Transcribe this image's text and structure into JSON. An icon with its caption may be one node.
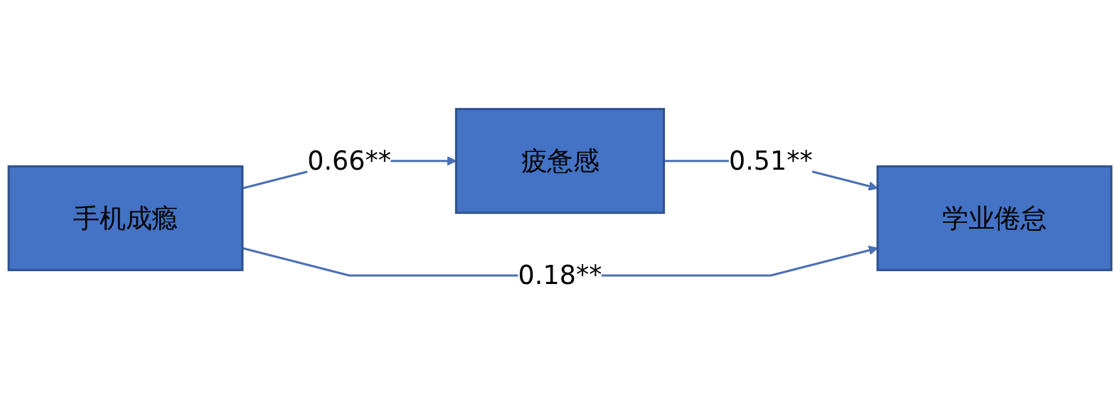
{
  "diagram": {
    "nodes": [
      {
        "text": [
          "手机成瘾"
        ]
      },
      {
        "text": [
          "疲惫感"
        ]
      },
      {
        "text": [
          "学业倦怠"
        ]
      }
    ],
    "edges": [
      {
        "from": 0,
        "to": 1,
        "arrow": "to",
        "label": "0.66**"
      },
      {
        "from": 1,
        "to": 2,
        "arrow": "to",
        "label": "0.51**"
      },
      {
        "from": 0,
        "to": 2,
        "arrow": "to",
        "label": "0.18**"
      }
    ]
  }
}
